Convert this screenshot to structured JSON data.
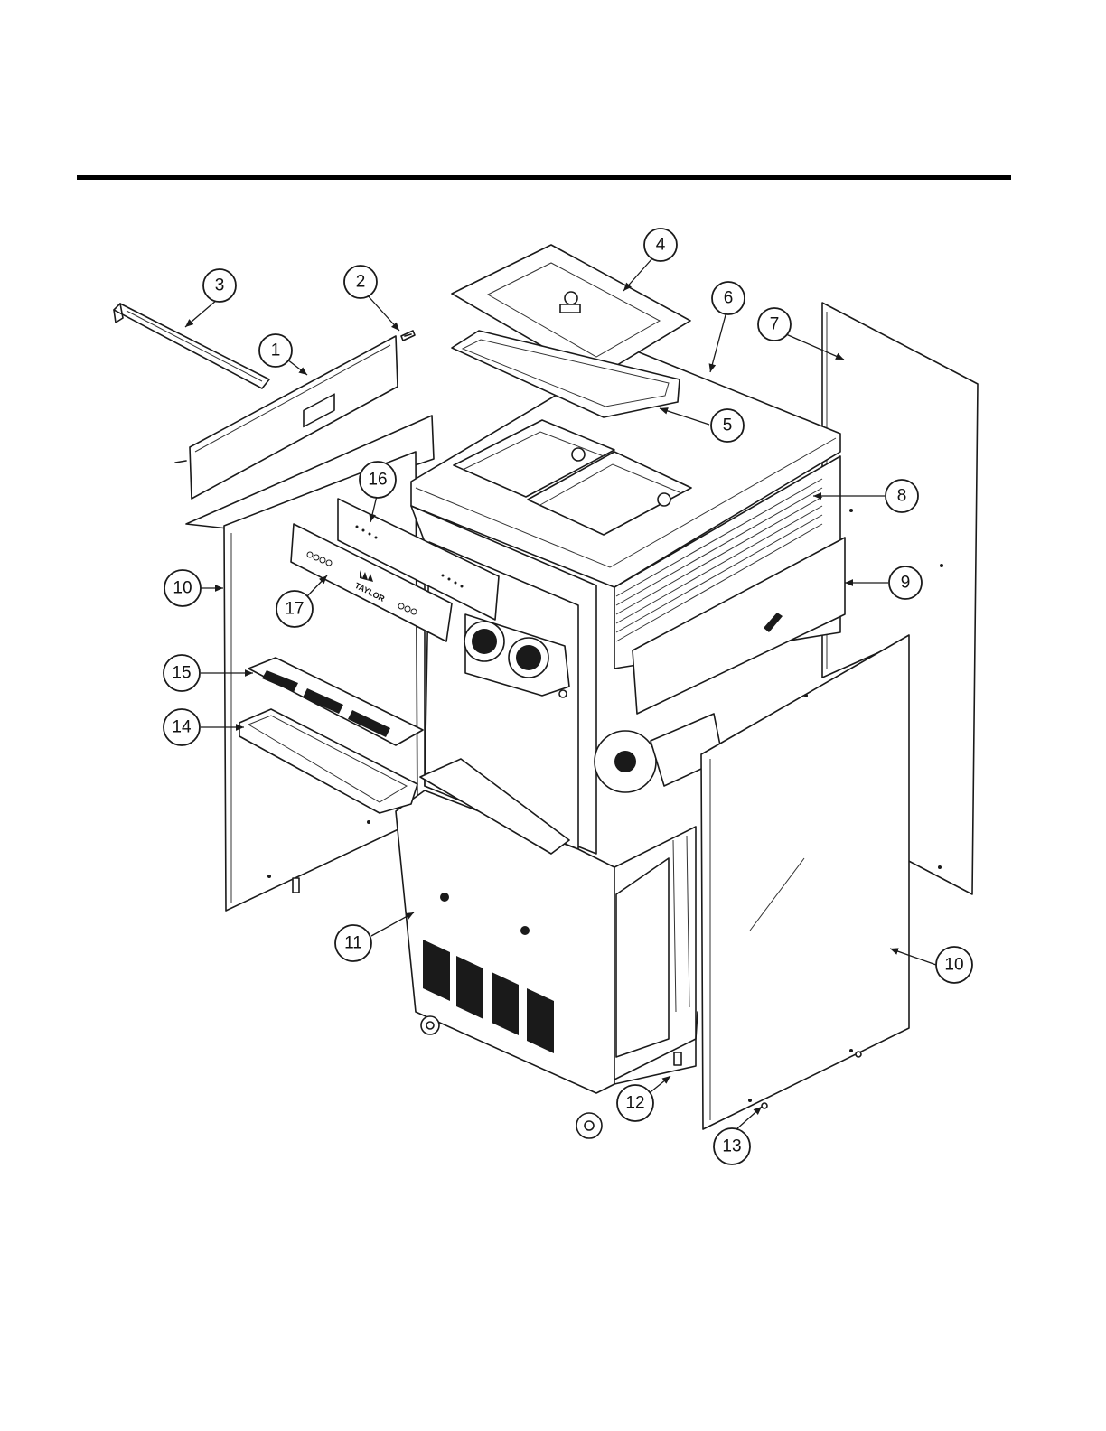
{
  "callouts": [
    {
      "label": "1"
    },
    {
      "label": "2"
    },
    {
      "label": "3"
    },
    {
      "label": "4"
    },
    {
      "label": "5"
    },
    {
      "label": "6"
    },
    {
      "label": "7"
    },
    {
      "label": "8"
    },
    {
      "label": "9"
    },
    {
      "label": "10"
    },
    {
      "label": "10"
    },
    {
      "label": "11"
    },
    {
      "label": "12"
    },
    {
      "label": "13"
    },
    {
      "label": "14"
    },
    {
      "label": "15"
    },
    {
      "label": "16"
    },
    {
      "label": "17"
    }
  ],
  "brand_logo_text": "TAYLOR"
}
